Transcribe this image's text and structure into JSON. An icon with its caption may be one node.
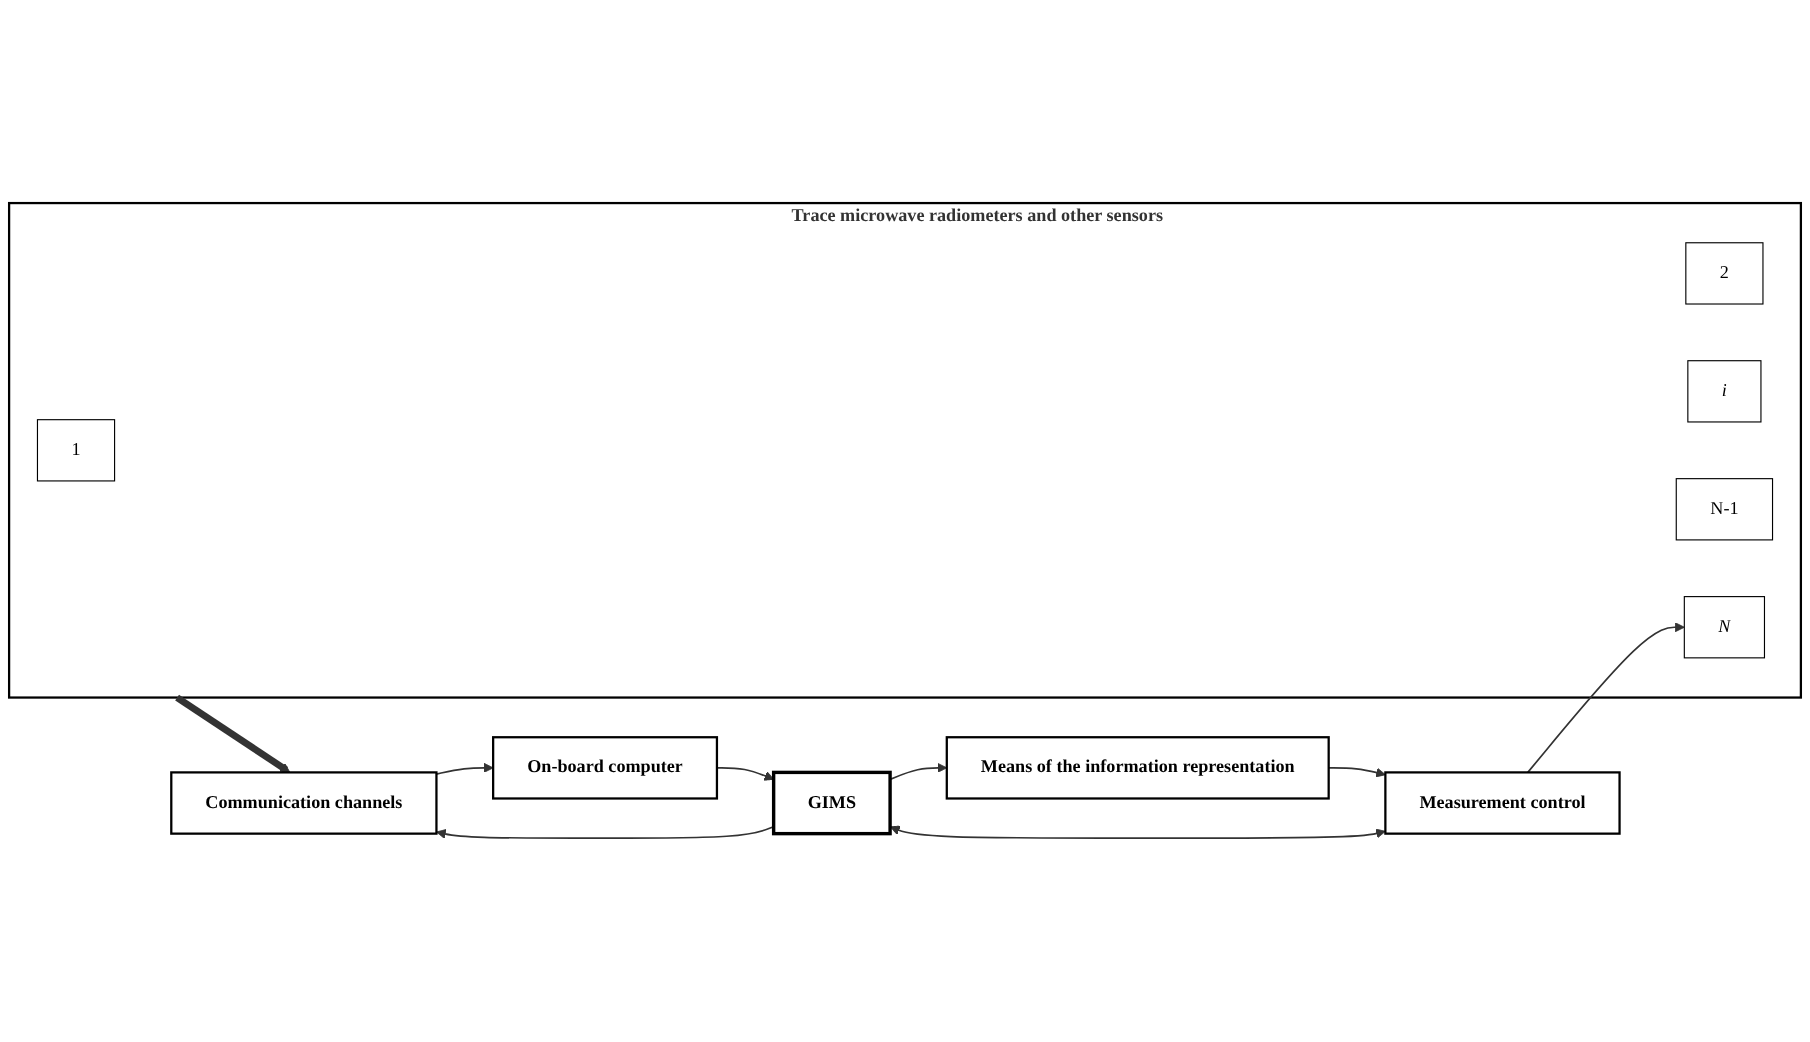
{
  "diagram": {
    "nodes": [
      {
        "text": [
          "Trace microwave radiometers and other sensors"
        ]
      },
      {
        "text": [
          "1"
        ],
        "in": 0
      },
      {
        "text": [
          "2"
        ],
        "in": 0
      },
      {
        "text": [
          "i"
        ],
        "in": 0
      },
      {
        "text": [
          "N-1"
        ],
        "in": 0
      },
      {
        "text": [
          "N"
        ],
        "in": 0
      },
      {
        "text": [
          "Communication channels"
        ]
      },
      {
        "text": [
          "On-board computer"
        ]
      },
      {
        "text": [
          "GIMS"
        ]
      },
      {
        "text": [
          "Means of the information representation"
        ]
      },
      {
        "text": [
          "Measurement control"
        ]
      }
    ],
    "edges": [
      {
        "from": 0,
        "to": 6,
        "arrow": "to",
        "style": "thick"
      },
      {
        "from": 6,
        "to": 7,
        "arrow": "to"
      },
      {
        "from": 7,
        "to": 8,
        "arrow": "to"
      },
      {
        "from": 8,
        "to": 6,
        "arrow": "to"
      },
      {
        "from": 8,
        "to": 9,
        "arrow": "to"
      },
      {
        "from": 9,
        "to": 10,
        "arrow": "to"
      },
      {
        "from": 8,
        "to": 10,
        "arrow": "both"
      },
      {
        "from": 10,
        "to": 5,
        "arrow": "to"
      }
    ]
  }
}
